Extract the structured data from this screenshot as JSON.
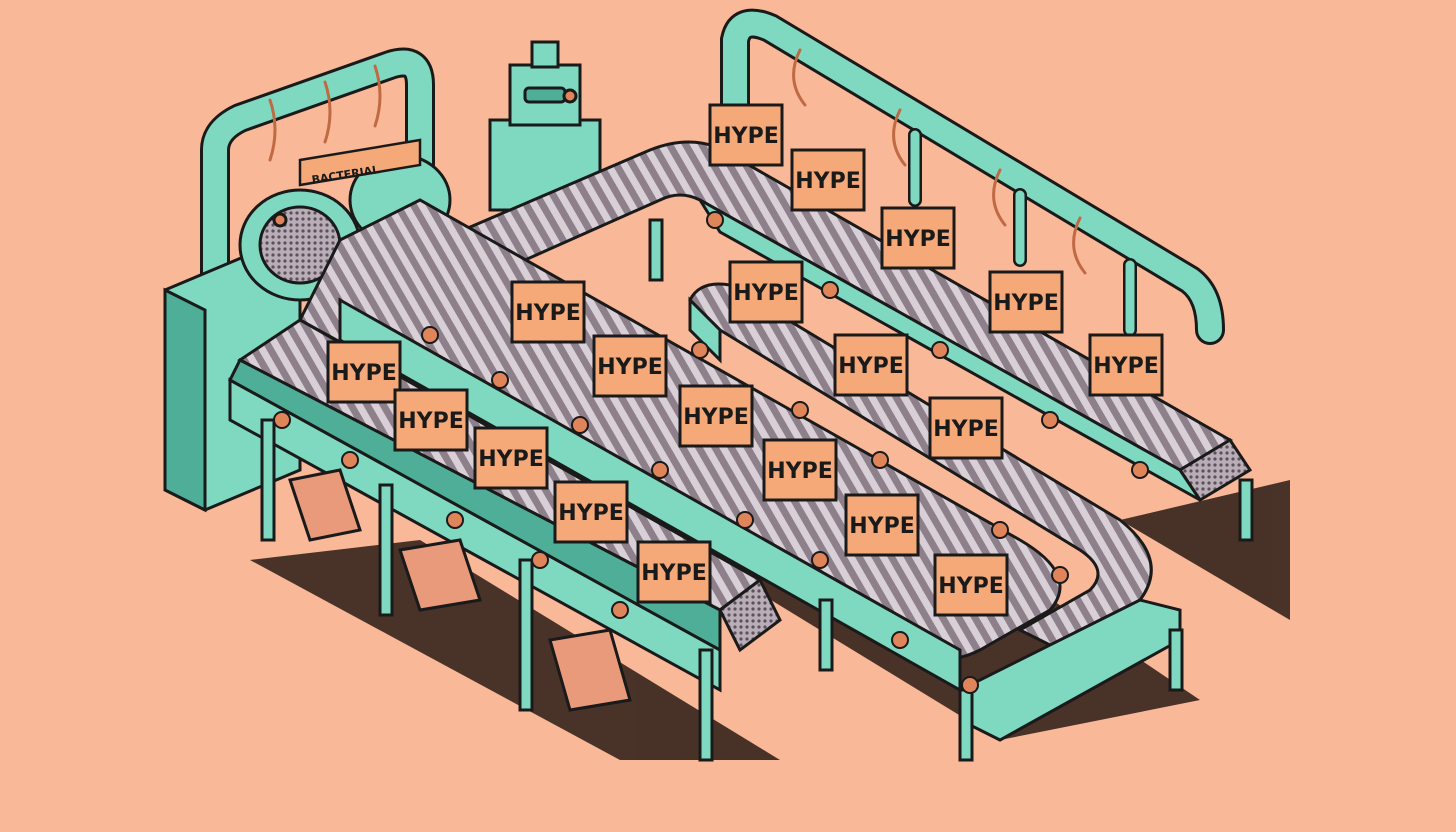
{
  "colors": {
    "background": "#f9b898",
    "machine": "#7fd8c0",
    "machine_shadow": "#4fae97",
    "belt": "#9b8f9a",
    "box": "#f6a978",
    "outline": "#1a1a1a",
    "bolt": "#e0845a",
    "bin": "#e99a7a"
  },
  "machine_sign": {
    "label": "BACTERIAL"
  },
  "boxes": [
    {
      "label": "HYPE"
    },
    {
      "label": "HYPE"
    },
    {
      "label": "HYPE"
    },
    {
      "label": "HYPE"
    },
    {
      "label": "HYPE"
    },
    {
      "label": "HYPE"
    },
    {
      "label": "HYPE"
    },
    {
      "label": "HYPE"
    },
    {
      "label": "HYPE"
    },
    {
      "label": "HYPE"
    },
    {
      "label": "HYPE"
    },
    {
      "label": "HYPE"
    },
    {
      "label": "HYPE"
    },
    {
      "label": "HYPE"
    },
    {
      "label": "HYPE"
    },
    {
      "label": "HYPE"
    },
    {
      "label": "HYPE"
    },
    {
      "label": "HYPE"
    },
    {
      "label": "HYPE"
    }
  ]
}
